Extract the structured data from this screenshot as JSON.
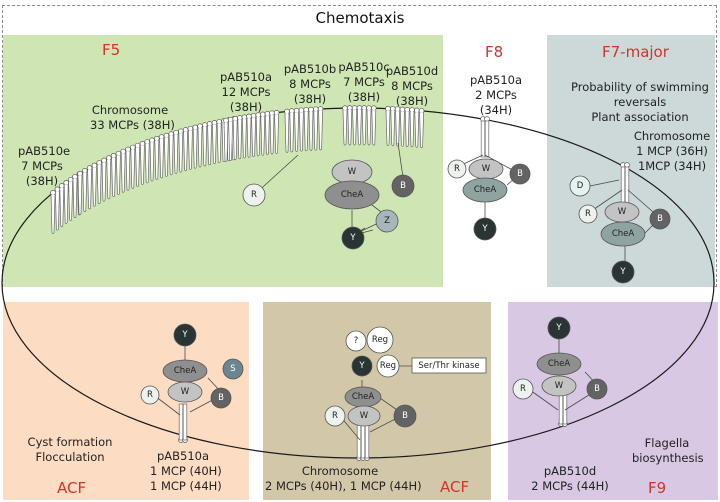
{
  "title": "Chemotaxis",
  "colors": {
    "f5_bg": "#cfe6b4",
    "f8_bg": "#ffffff",
    "f7_bg": "#cdd8d8",
    "acf1_bg": "#fddcc4",
    "acf2_bg": "#d2c8a9",
    "f9_bg": "#d8c8e3",
    "class_label": "#d4322a"
  },
  "panels": {
    "f5": {
      "class_label": "F5",
      "groups": [
        {
          "line1": "pAB510e",
          "line2": "7 MCPs",
          "line3": "(38H)"
        },
        {
          "line1": "Chromosome",
          "line2": "33 MCPs (38H)"
        },
        {
          "line1": "pAB510a",
          "line2": "12 MCPs",
          "line3": "(38H)"
        },
        {
          "line1": "pAB510b",
          "line2": "8 MCPs",
          "line3": "(38H)"
        },
        {
          "line1": "pAB510c",
          "line2": "7 MCPs",
          "line3": "(38H)"
        },
        {
          "line1": "pAB510d",
          "line2": "8 MCPs",
          "line3": "(38H)"
        }
      ],
      "proteins": [
        "R",
        "W",
        "CheA",
        "B",
        "Z",
        "Y"
      ]
    },
    "f8": {
      "class_label": "F8",
      "line1": "pAB510a",
      "line2": "2 MCPs",
      "line3": "(34H)",
      "proteins": [
        "R",
        "W",
        "B",
        "CheA",
        "Y"
      ]
    },
    "f7": {
      "class_label": "F7-major",
      "function1": "Probability of swimming",
      "function2": "reversals",
      "function3": "Plant association",
      "line1": "Chromosome",
      "line2": "1 MCP (36H)",
      "line3": "1MCP (34H)",
      "proteins": [
        "D",
        "R",
        "W",
        "B",
        "CheA",
        "Y"
      ]
    },
    "acf1": {
      "class_label": "ACF",
      "function1": "Cyst formation",
      "function2": "Flocculation",
      "line1": "pAB510a",
      "line2": "1 MCP (40H)",
      "line3": "1 MCP (44H)",
      "proteins": [
        "Y",
        "CheA",
        "S",
        "R",
        "W",
        "B"
      ]
    },
    "acf2": {
      "class_label": "ACF",
      "line1": "Chromosome",
      "line2": "2 MCPs (40H), 1 MCP (44H)",
      "kinase": "Ser/Thr kinase",
      "proteins": [
        "?",
        "Reg",
        "Y",
        "Reg",
        "CheA",
        "R",
        "W",
        "B"
      ]
    },
    "f9": {
      "class_label": "F9",
      "function1": "Flagella",
      "function2": "biosynthesis",
      "line1": "pAB510d",
      "line2": "2 MCPs (44H)",
      "proteins": [
        "Y",
        "CheA",
        "R",
        "W",
        "B"
      ]
    }
  }
}
